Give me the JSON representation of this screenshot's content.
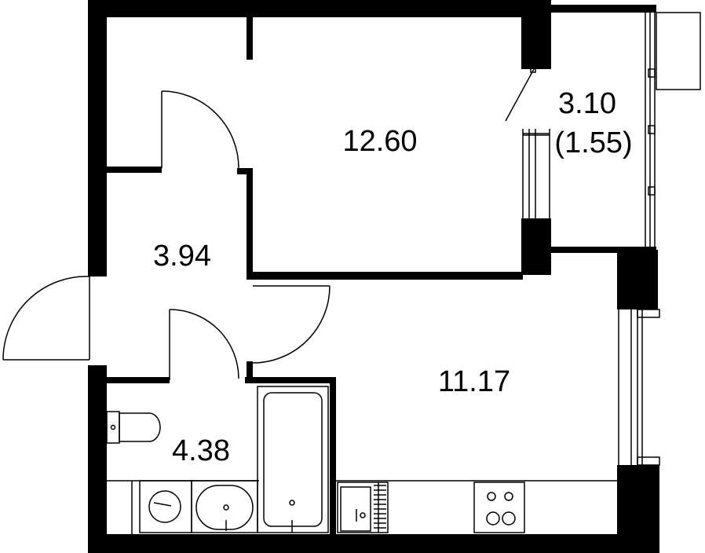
{
  "rooms": {
    "bedroom": {
      "area": "12.60"
    },
    "balcony": {
      "area": "3.10",
      "area_reduced": "(1.55)"
    },
    "hallway": {
      "area": "3.94"
    },
    "kitchen_living": {
      "area": "11.17"
    },
    "bathroom": {
      "area": "4.38"
    }
  },
  "colors": {
    "wall": "#000000",
    "background": "#ffffff"
  }
}
